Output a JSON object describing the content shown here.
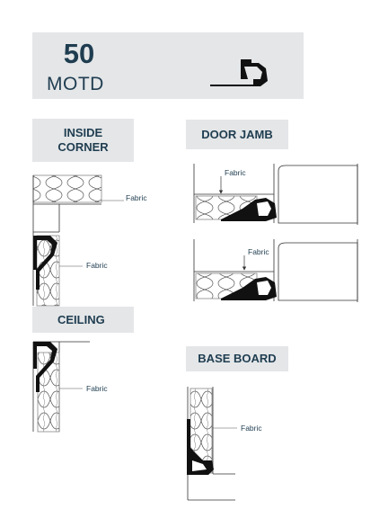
{
  "product": {
    "model_number": "50",
    "model_name": "MOTD"
  },
  "sections": {
    "inside_corner": "INSIDE\nCORNER",
    "door_jamb": "DOOR JAMB",
    "ceiling": "CEILING",
    "base_board": "BASE BOARD"
  },
  "labels": {
    "fabric": "Fabric"
  },
  "colors": {
    "panel": "#e4e6e8",
    "text": "#1f3d50",
    "profile": "#111111"
  }
}
